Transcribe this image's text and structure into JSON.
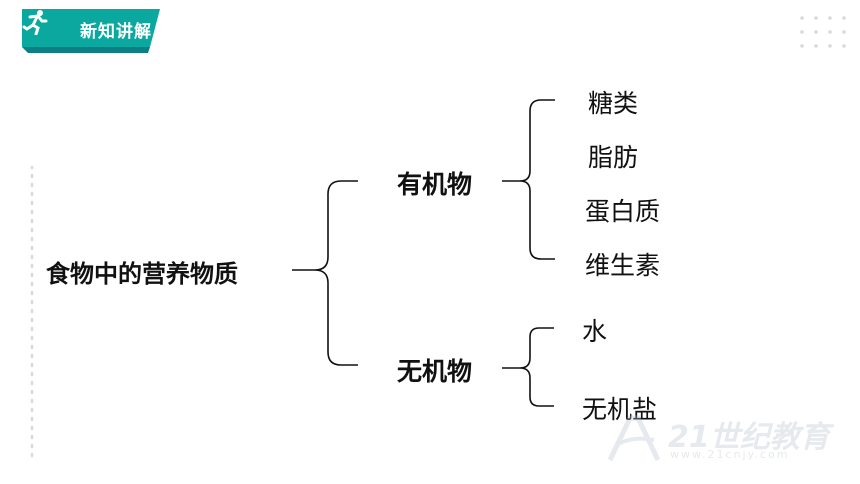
{
  "header": {
    "badge_label": "新知讲解",
    "badge_icon": "runner-icon",
    "badge_color": "#0aa89e"
  },
  "diagram": {
    "root": "食物中的营养物质",
    "branches": [
      {
        "label": "有机物",
        "items": [
          "糖类",
          "脂肪",
          "蛋白质",
          "维生素"
        ]
      },
      {
        "label": "无机物",
        "items": [
          "水",
          "无机盐"
        ]
      }
    ]
  },
  "watermark": {
    "text": "21世纪教育",
    "url": "www.21cnjy.com"
  }
}
